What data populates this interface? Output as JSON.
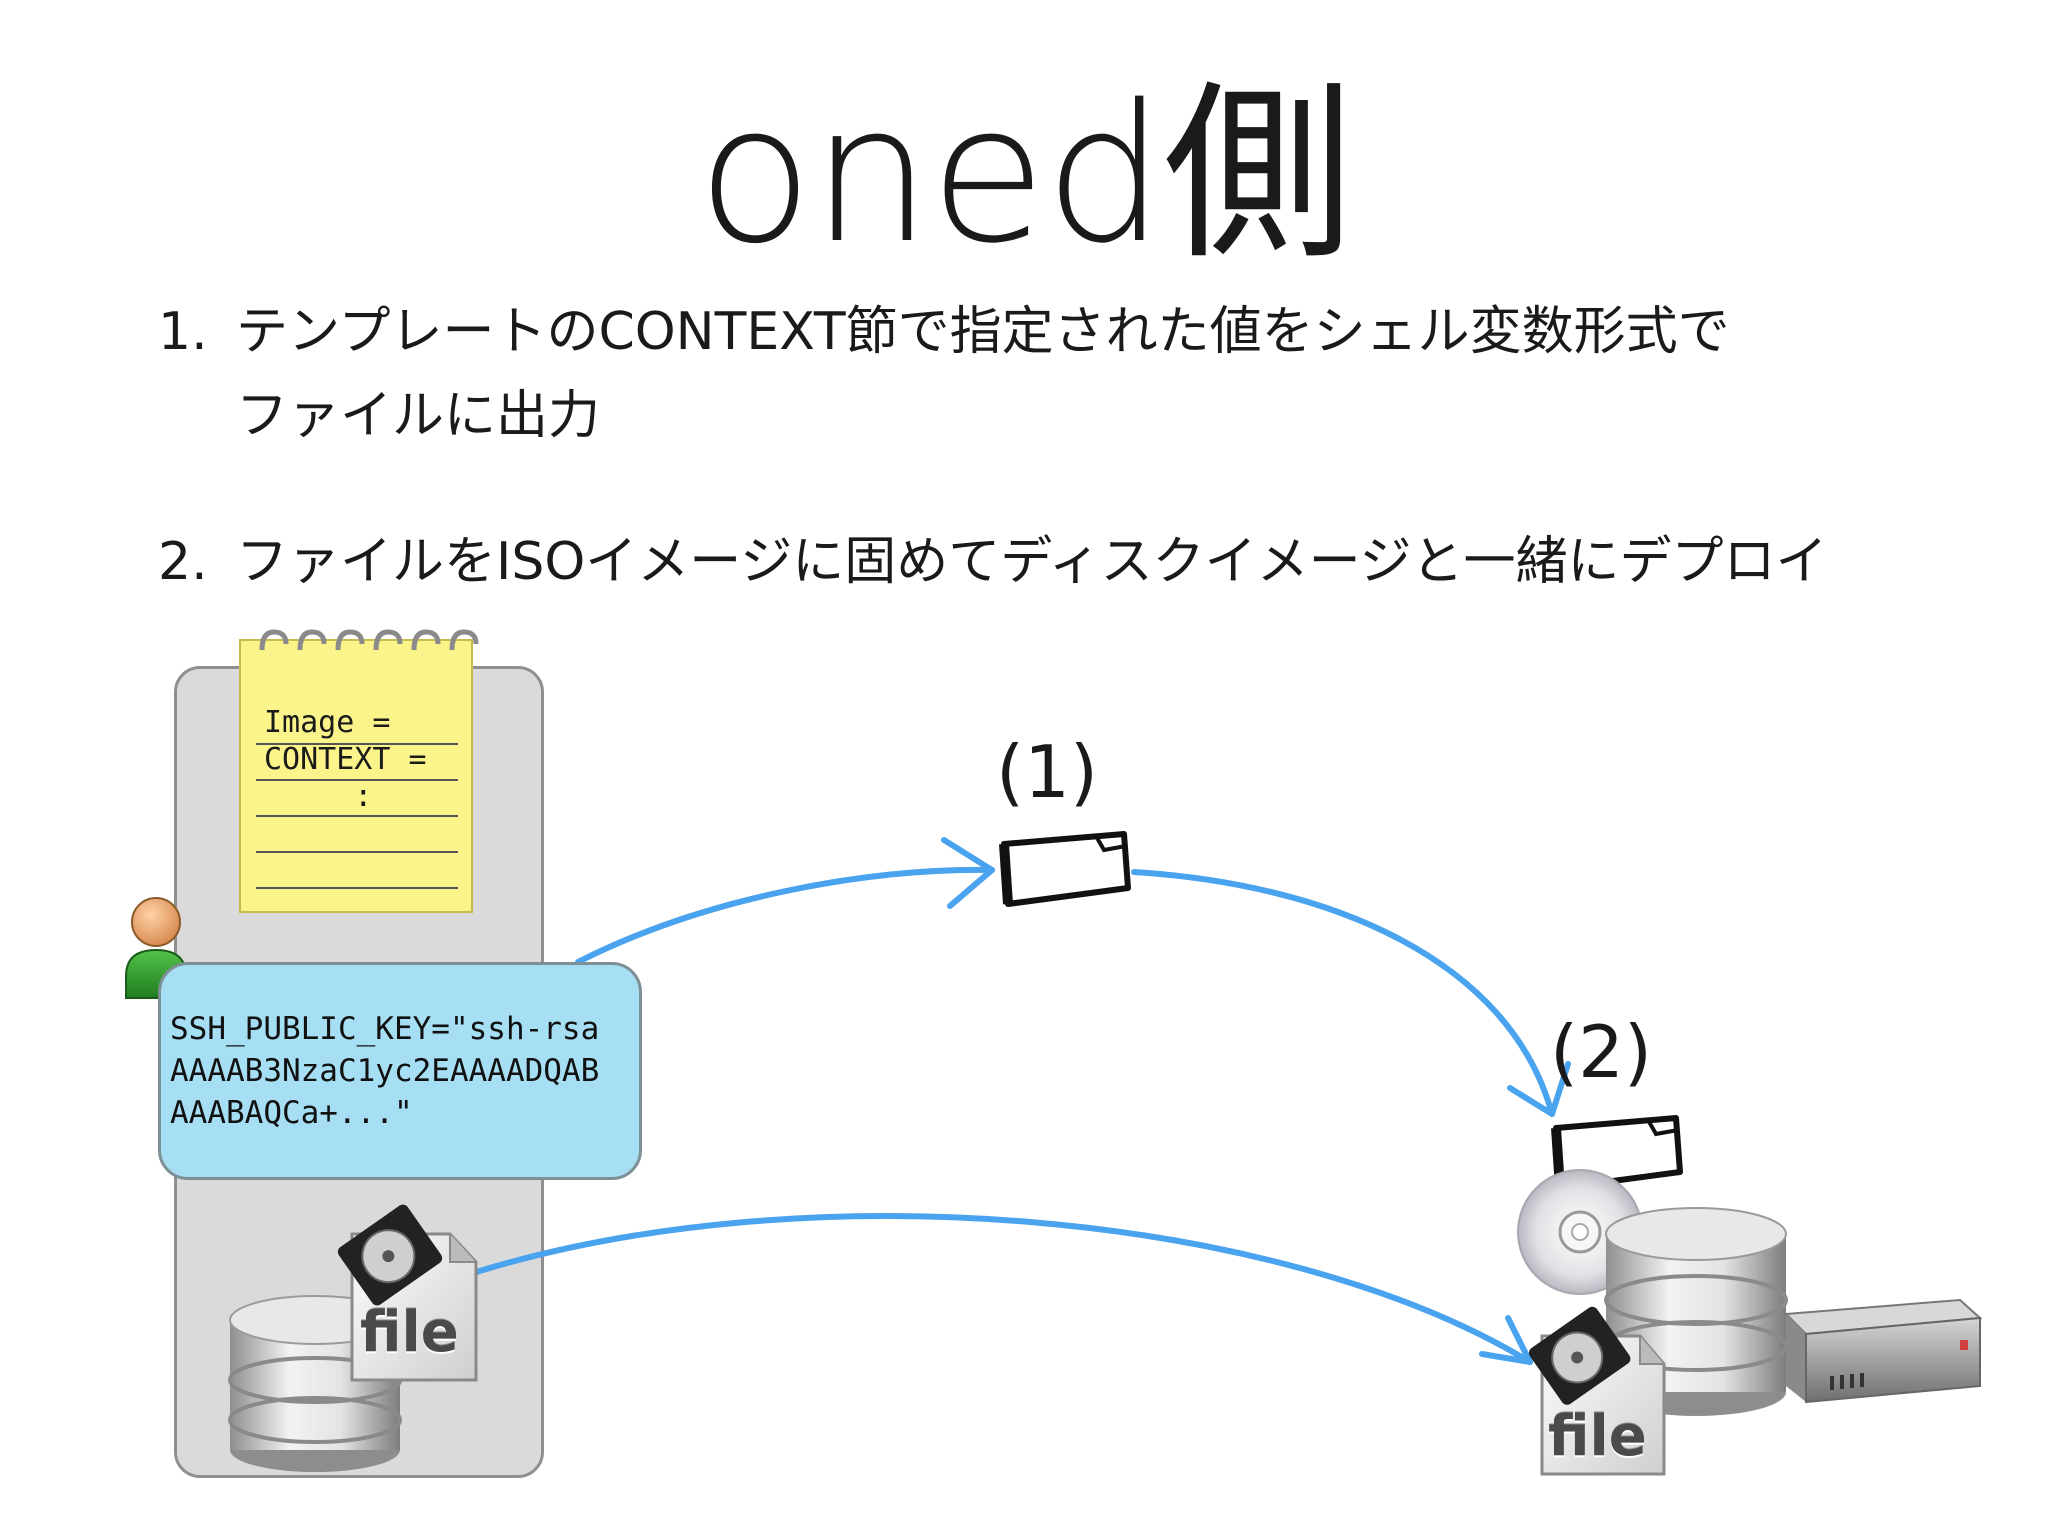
{
  "title": "oned側",
  "steps": [
    {
      "num": "1.",
      "line1": "テンプレートのCONTEXT節で指定された値をシェル変数形式で",
      "line2": "ファイルに出力"
    },
    {
      "num": "2.",
      "line1": "ファイルをISOイメージに固めてディスクイメージと一緒にデプロイ"
    }
  ],
  "note": {
    "lines": [
      "Image =",
      "CONTEXT =",
      "     :"
    ]
  },
  "bubble": {
    "lines": [
      "SSH_PUBLIC_KEY=\"ssh-rsa",
      "AAAAB3NzaC1yc2EAAAADQAB",
      "AAABAQCa+...\""
    ]
  },
  "labels": {
    "step1_marker": "(1)",
    "step2_marker": "(2)"
  },
  "file_label": "file",
  "colors": {
    "arrow": "#4aa3ee",
    "note": "#fbf48a",
    "bubble": "#a6dff3",
    "panel": "#dadada"
  },
  "icons": [
    "user-icon",
    "notepad-icon",
    "database-icon",
    "hard-disk-file-icon",
    "document-icon",
    "cd-disc-icon",
    "server-box-icon"
  ]
}
